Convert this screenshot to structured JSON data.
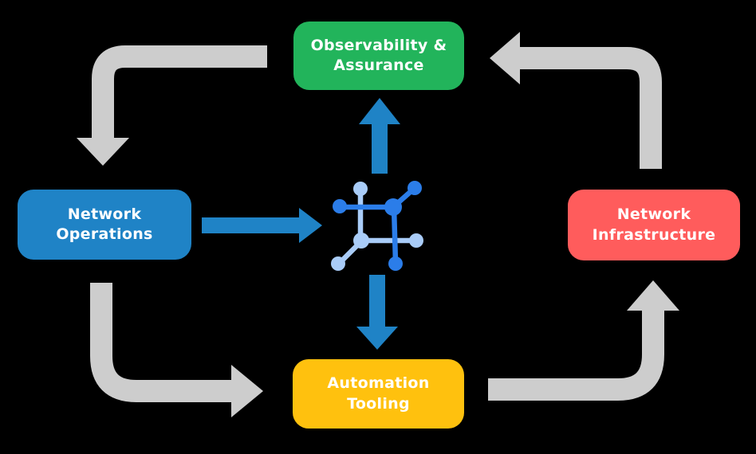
{
  "diagram": {
    "background": "#000000",
    "nodes": [
      {
        "id": "observability-assurance",
        "label": "Observability &\nAssurance",
        "color": "#22B45B",
        "text_color": "#FFFFFF"
      },
      {
        "id": "network-operations",
        "label": "Network\nOperations",
        "color": "#1F83C6",
        "text_color": "#FFFFFF"
      },
      {
        "id": "network-infrastructure",
        "label": "Network\nInfrastructure",
        "color": "#FF5C5C",
        "text_color": "#FFFFFF"
      },
      {
        "id": "automation-tooling",
        "label": "Automation\nTooling",
        "color": "#FFC10E",
        "text_color": "#FFFFFF"
      }
    ],
    "center_icon": {
      "name": "network-mesh-icon",
      "dark_blue": "#2B7DE9",
      "light_blue": "#A9CCF8"
    },
    "cycle_arrows": {
      "color": "#CDCDCD",
      "items": [
        {
          "from": "observability-assurance",
          "to": "network-operations"
        },
        {
          "from": "network-operations",
          "to": "automation-tooling"
        },
        {
          "from": "automation-tooling",
          "to": "network-infrastructure"
        },
        {
          "from": "network-infrastructure",
          "to": "observability-assurance"
        }
      ]
    },
    "flow_arrows": {
      "color": "#1F83C6",
      "items": [
        {
          "from": "network-operations",
          "to": "center-icon"
        },
        {
          "from": "center-icon",
          "to": "observability-assurance"
        },
        {
          "from": "center-icon",
          "to": "automation-tooling"
        }
      ]
    }
  }
}
